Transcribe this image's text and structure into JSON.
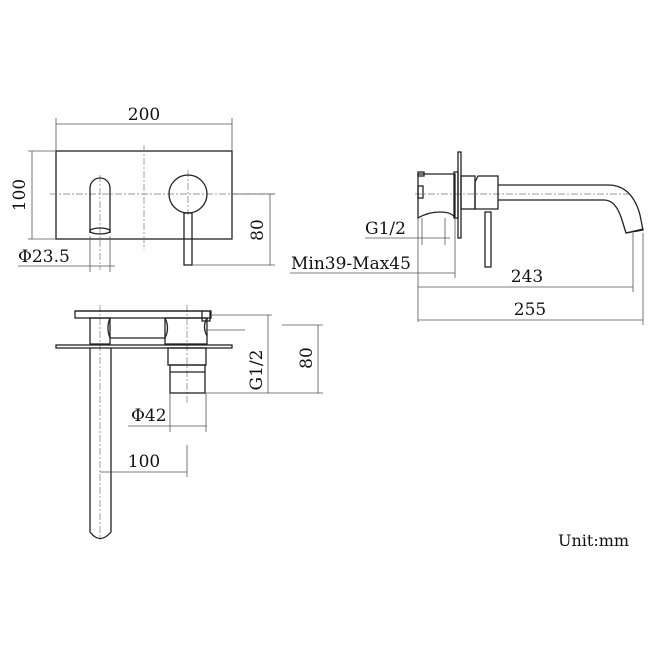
{
  "drawing": {
    "front_view": {
      "width_label": "200",
      "height_label": "100",
      "spout_diameter_label": "Φ23.5",
      "handle_offset_label": "80"
    },
    "side_view": {
      "thread_label": "G1/2",
      "wall_range_label": "Min39-Max45",
      "reach_label": "243",
      "total_length_label": "255"
    },
    "top_view": {
      "thread_label": "G1/2",
      "depth_label": "80",
      "body_diameter_label": "Φ42",
      "center_distance_label": "100"
    },
    "unit_label": "Unit:mm"
  },
  "colors": {
    "line": "#222222",
    "dimension": "#555555",
    "background": "#ffffff"
  }
}
